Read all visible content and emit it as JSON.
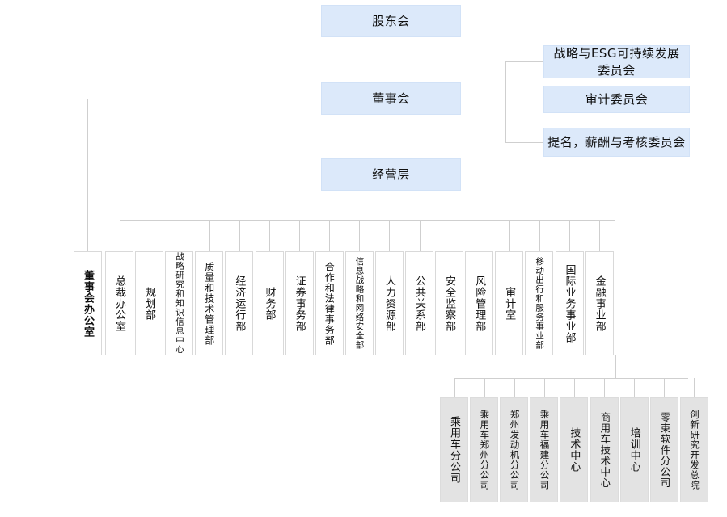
{
  "colors": {
    "box_blue_fill": "#dce9fa",
    "box_gray_fill": "#e3e3e3",
    "box_white_fill": "#ffffff",
    "line": "#cfcfcf",
    "text": "#111111",
    "background": "#ffffff"
  },
  "top_chain": {
    "shareholders_meeting": "股东会",
    "board_of_directors": "董事会",
    "management_layer": "经营层"
  },
  "committees": [
    {
      "label": "战略与ESG可持续发展委员会"
    },
    {
      "label": "审计委员会"
    },
    {
      "label": "提名，薪酬与考核委员会"
    }
  ],
  "board_office": {
    "label": "董事会办公室"
  },
  "departments": [
    {
      "label": "总裁办公室"
    },
    {
      "label": "规划部"
    },
    {
      "label": "战略研究和知识信息中心"
    },
    {
      "label": "质量和技术管理部"
    },
    {
      "label": "经济运行部"
    },
    {
      "label": "财务部"
    },
    {
      "label": "证券事务部"
    },
    {
      "label": "合作和法律事务部"
    },
    {
      "label": "信息战略和网络安全部"
    },
    {
      "label": "人力资源部"
    },
    {
      "label": "公共关系部"
    },
    {
      "label": "安全监察部"
    },
    {
      "label": "风险管理部"
    },
    {
      "label": "审计室"
    },
    {
      "label": "移动出行和服务事业部"
    },
    {
      "label": "国际业务事业部"
    },
    {
      "label": "金融事业部"
    }
  ],
  "subsidiaries": [
    {
      "label": "乘用车分公司"
    },
    {
      "label": "乘用车郑州分公司"
    },
    {
      "label": "郑州发动机分公司"
    },
    {
      "label": "乘用车福建分公司"
    },
    {
      "label": "技术中心"
    },
    {
      "label": "商用车技术中心"
    },
    {
      "label": "培训中心"
    },
    {
      "label": "零束软件分公司"
    },
    {
      "label": "创新研究开发总院"
    }
  ]
}
